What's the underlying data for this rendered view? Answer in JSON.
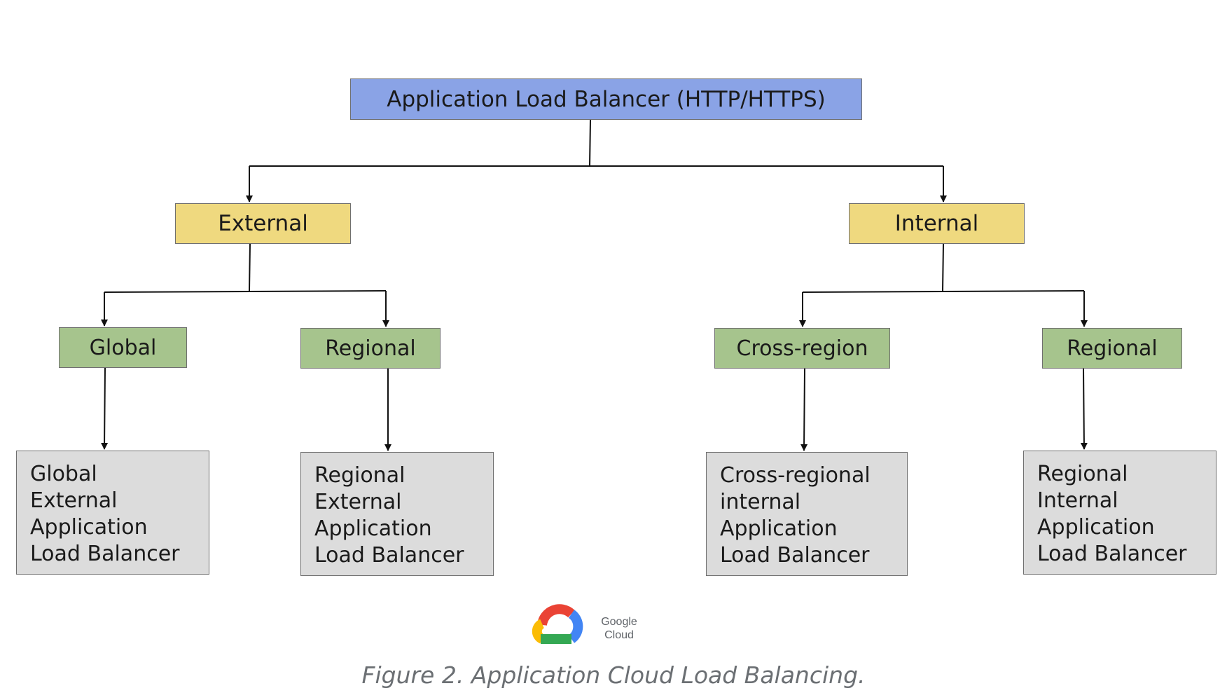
{
  "diagram": {
    "root": {
      "label": "Application Load Balancer (HTTP/HTTPS)",
      "color": "#8aa3e6"
    },
    "branches": [
      {
        "label": "External",
        "color": "#efd97f",
        "children": [
          {
            "label": "Global",
            "color": "#a6c48d",
            "leaf": "Global\nExternal\nApplication\nLoad Balancer"
          },
          {
            "label": "Regional",
            "color": "#a6c48d",
            "leaf": "Regional\nExternal\nApplication\nLoad Balancer"
          }
        ]
      },
      {
        "label": "Internal",
        "color": "#efd97f",
        "children": [
          {
            "label": "Cross-region",
            "color": "#a6c48d",
            "leaf": "Cross-regional\ninternal\nApplication\nLoad Balancer"
          },
          {
            "label": "Regional",
            "color": "#a6c48d",
            "leaf": "Regional\nInternal\nApplication\nLoad Balancer"
          }
        ]
      }
    ],
    "leaf_color": "#dcdcdc"
  },
  "logo": {
    "text": "Google\nCloud",
    "colors": {
      "red": "#ea4335",
      "blue": "#4285f4",
      "yellow": "#fbbc04",
      "green": "#34a853"
    }
  },
  "caption": "Figure 2. Application Cloud Load Balancing."
}
